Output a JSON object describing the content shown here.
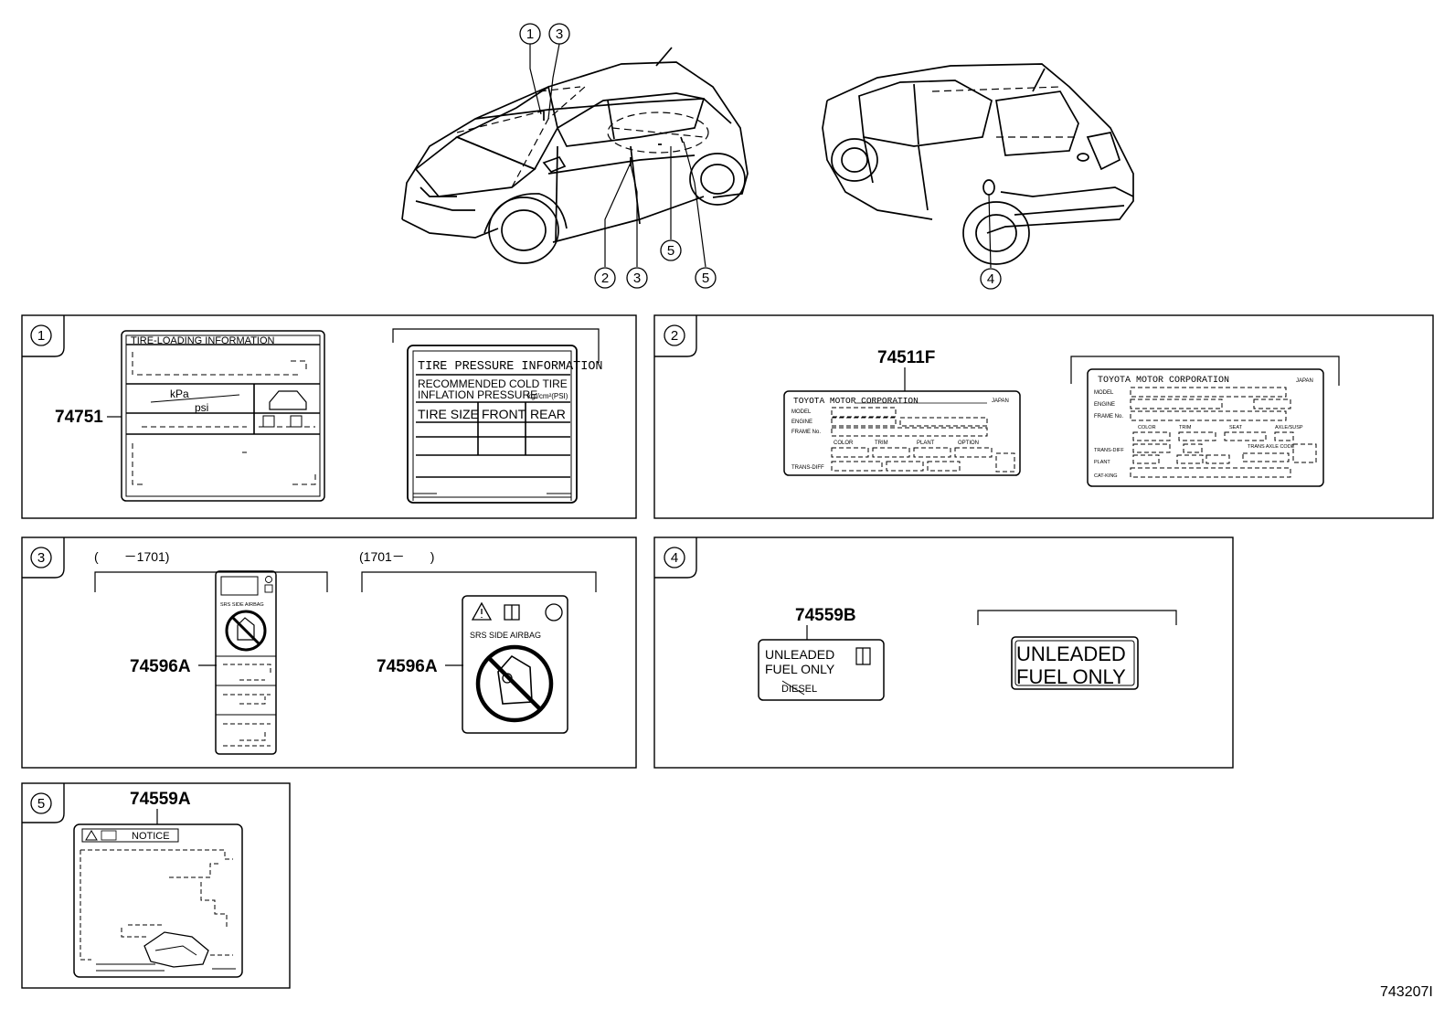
{
  "callouts": {
    "c1": "1",
    "c2": "2",
    "c3": "3",
    "c4": "4",
    "c5": "5"
  },
  "panel1": {
    "part_number": "74751",
    "tire_loading": {
      "title": "TIRE-LOADING  INFORMATION",
      "kpa": "kPa",
      "psi": "psi"
    },
    "tire_pressure": {
      "title": "TIRE PRESSURE INFORMATION",
      "line1": "RECOMMENDED  COLD  TIRE",
      "line2": "INFLATION  PRESSURE",
      "unit": "kgf/cm²(PSI)",
      "col_size": "TIRE SIZE",
      "col_front": "FRONT",
      "col_rear": "REAR"
    }
  },
  "panel2": {
    "part_number": "74511F",
    "plate_small": {
      "maker": "TOYOTA  MOTOR  CORPORATION",
      "origin": "JAPAN",
      "model": "MODEL",
      "engine": "ENGINE",
      "frame": "FRAME No.",
      "color": "COLOR",
      "trim": "TRIM",
      "plant": "PLANT",
      "option": "OPTION",
      "trans": "TRANS-DIFF"
    },
    "plate_large": {
      "maker": "TOYOTA  MOTOR  CORPORATION",
      "origin": "JAPAN",
      "model": "MODEL",
      "engine": "ENGINE",
      "frame": "FRAME No.",
      "color": "COLOR",
      "trim": "TRIM",
      "seat": "SEAT",
      "axle": "AXLE/SUSP",
      "trans": "TRANS-DIFF",
      "plant": "PLANT",
      "trans_code": "TRANS AXLE CODE",
      "cat": "CAT-KING"
    }
  },
  "panel3": {
    "range_before": "(　　－1701)",
    "range_after": "(1701－　　)",
    "part_a": "74596A",
    "part_b": "74596A",
    "srs_small": "SRS  SIDE  AIRBAG",
    "srs_large": "SRS  SIDE  AIRBAG"
  },
  "panel4": {
    "part_number": "74559B",
    "label_small": {
      "line1": "UNLEADED",
      "line2": "FUEL ONLY",
      "line3": "DIESEL"
    },
    "label_large": {
      "line1": "UNLEADED",
      "line2": "FUEL ONLY"
    }
  },
  "panel5": {
    "part_number": "74559A",
    "notice": "NOTICE"
  },
  "figure_code": "743207I"
}
